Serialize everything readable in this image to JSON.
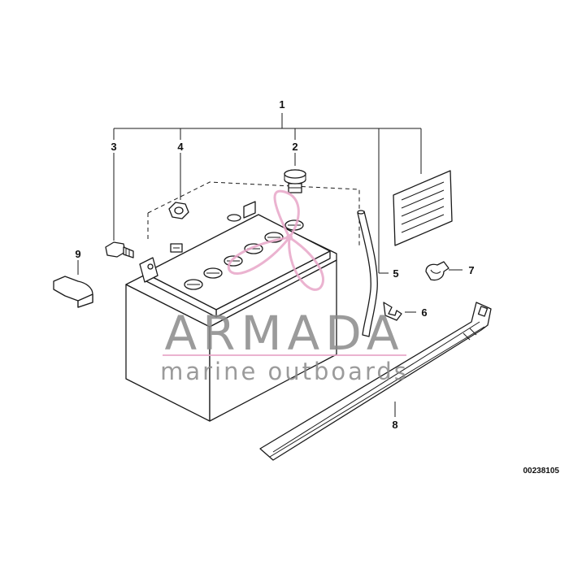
{
  "callouts": [
    "1",
    "2",
    "3",
    "4",
    "5",
    "6",
    "7",
    "8",
    "9"
  ],
  "figure_number": "00238105",
  "watermark": {
    "title": "ARMADA",
    "subtitle": "marine outboards",
    "logo_color": "#e8a6c8",
    "text_color": "#8a8a8a"
  },
  "line_color": "#1a1a1a"
}
